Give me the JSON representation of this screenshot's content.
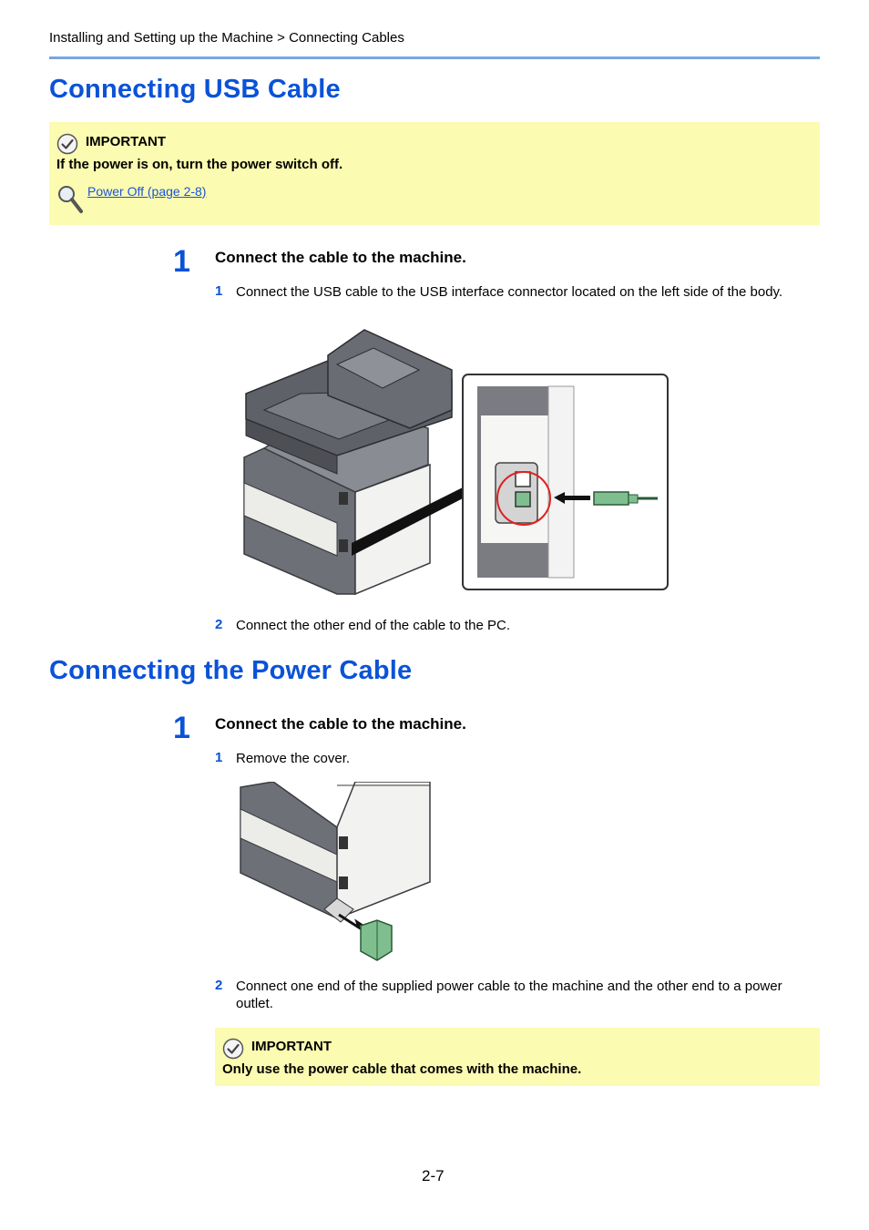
{
  "header": {
    "breadcrumb": "Installing and Setting up the Machine > Connecting Cables"
  },
  "sections": [
    {
      "title": "Connecting USB Cable",
      "important": {
        "label": "IMPORTANT",
        "text": "If the power is on, turn the power switch off.",
        "link": "Power Off (page 2-8)"
      },
      "step": {
        "number": "1",
        "title": "Connect the cable to the machine.",
        "substeps": [
          {
            "number": "1",
            "text": "Connect the USB cable to the USB interface connector located on the left side of the body."
          },
          {
            "number": "2",
            "text": "Connect the other end of the cable to the PC."
          }
        ]
      }
    },
    {
      "title": "Connecting the Power Cable",
      "step": {
        "number": "1",
        "title": "Connect the cable to the machine.",
        "substeps": [
          {
            "number": "1",
            "text": "Remove the cover."
          },
          {
            "number": "2",
            "text": "Connect one end of the supplied power cable to the machine and the other end to a power outlet."
          }
        ]
      },
      "important": {
        "label": "IMPORTANT",
        "text": "Only use the power cable that comes with the machine."
      }
    }
  ],
  "footer": {
    "page_number": "2-7"
  },
  "colors": {
    "heading": "#0a52d8",
    "note_background": "#fbfbb1",
    "rule": "#7aa6e0",
    "connector_highlight": "#e02020",
    "cable_green": "#7fbf8f"
  },
  "icons": [
    "check-icon",
    "magnifier-icon",
    "usb-icon",
    "arrow-icon"
  ]
}
